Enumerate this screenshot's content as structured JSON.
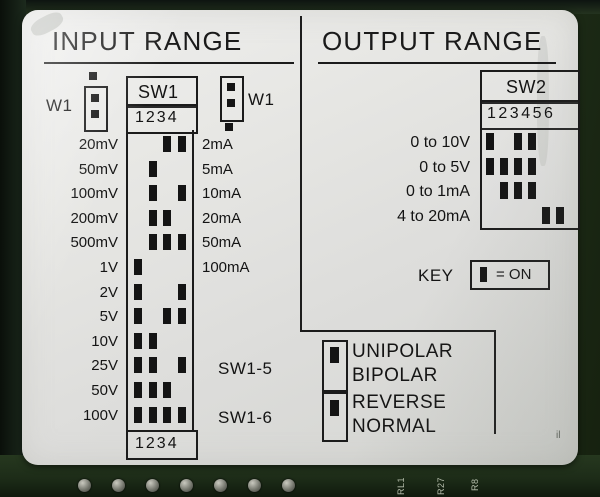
{
  "device_label": {
    "panels": {
      "input": {
        "title": "INPUT RANGE",
        "switch_name": "SW1",
        "column_numbers_top": "1234",
        "column_numbers_bottom": "1234",
        "jumper_left_label": "W1",
        "jumper_right_label": "W1",
        "columns": 4,
        "rows": [
          {
            "voltage": "20mV",
            "current": "2mA",
            "switches": [
              false,
              false,
              true,
              true
            ]
          },
          {
            "voltage": "50mV",
            "current": "5mA",
            "switches": [
              false,
              true,
              false,
              false
            ]
          },
          {
            "voltage": "100mV",
            "current": "10mA",
            "switches": [
              false,
              true,
              false,
              true
            ]
          },
          {
            "voltage": "200mV",
            "current": "20mA",
            "switches": [
              false,
              true,
              true,
              false
            ]
          },
          {
            "voltage": "500mV",
            "current": "50mA",
            "switches": [
              false,
              true,
              true,
              true
            ]
          },
          {
            "voltage": "1V",
            "current": "100mA",
            "switches": [
              true,
              false,
              false,
              false
            ]
          },
          {
            "voltage": "2V",
            "current": "",
            "switches": [
              true,
              false,
              false,
              true
            ]
          },
          {
            "voltage": "5V",
            "current": "",
            "switches": [
              true,
              false,
              true,
              true
            ]
          },
          {
            "voltage": "10V",
            "current": "",
            "switches": [
              true,
              true,
              false,
              false
            ]
          },
          {
            "voltage": "25V",
            "current": "",
            "switches": [
              true,
              true,
              false,
              true
            ]
          },
          {
            "voltage": "50V",
            "current": "",
            "switches": [
              true,
              true,
              true,
              false
            ]
          },
          {
            "voltage": "100V",
            "current": "",
            "switches": [
              true,
              true,
              true,
              true
            ]
          }
        ]
      },
      "output": {
        "title": "OUTPUT RANGE",
        "switch_name": "SW2",
        "column_numbers": "123456",
        "columns": 6,
        "rows": [
          {
            "range": "0 to 10V",
            "switches": [
              true,
              false,
              true,
              true,
              false,
              false
            ]
          },
          {
            "range": "0 to 5V",
            "switches": [
              true,
              true,
              true,
              true,
              false,
              false
            ]
          },
          {
            "range": "0 to 1mA",
            "switches": [
              false,
              true,
              true,
              true,
              false,
              false
            ]
          },
          {
            "range": "4 to 20mA",
            "switches": [
              false,
              false,
              false,
              false,
              true,
              true
            ]
          }
        ],
        "key_label": "KEY",
        "key_equals": "= ON"
      }
    },
    "polarity_switches": [
      {
        "name": "SW1-5",
        "top_option": "UNIPOLAR",
        "bottom_option": "BIPOLAR",
        "position": "top"
      },
      {
        "name": "SW1-6",
        "top_option": "REVERSE",
        "bottom_option": "NORMAL",
        "position": "top"
      }
    ],
    "corner_mark": "il"
  },
  "board": {
    "silkscreen": [
      "R27",
      "R8",
      "RL1"
    ]
  },
  "colors": {
    "label_background": "#e7e7e4",
    "ink": "#141414",
    "pcb_green": "#2f4631"
  }
}
